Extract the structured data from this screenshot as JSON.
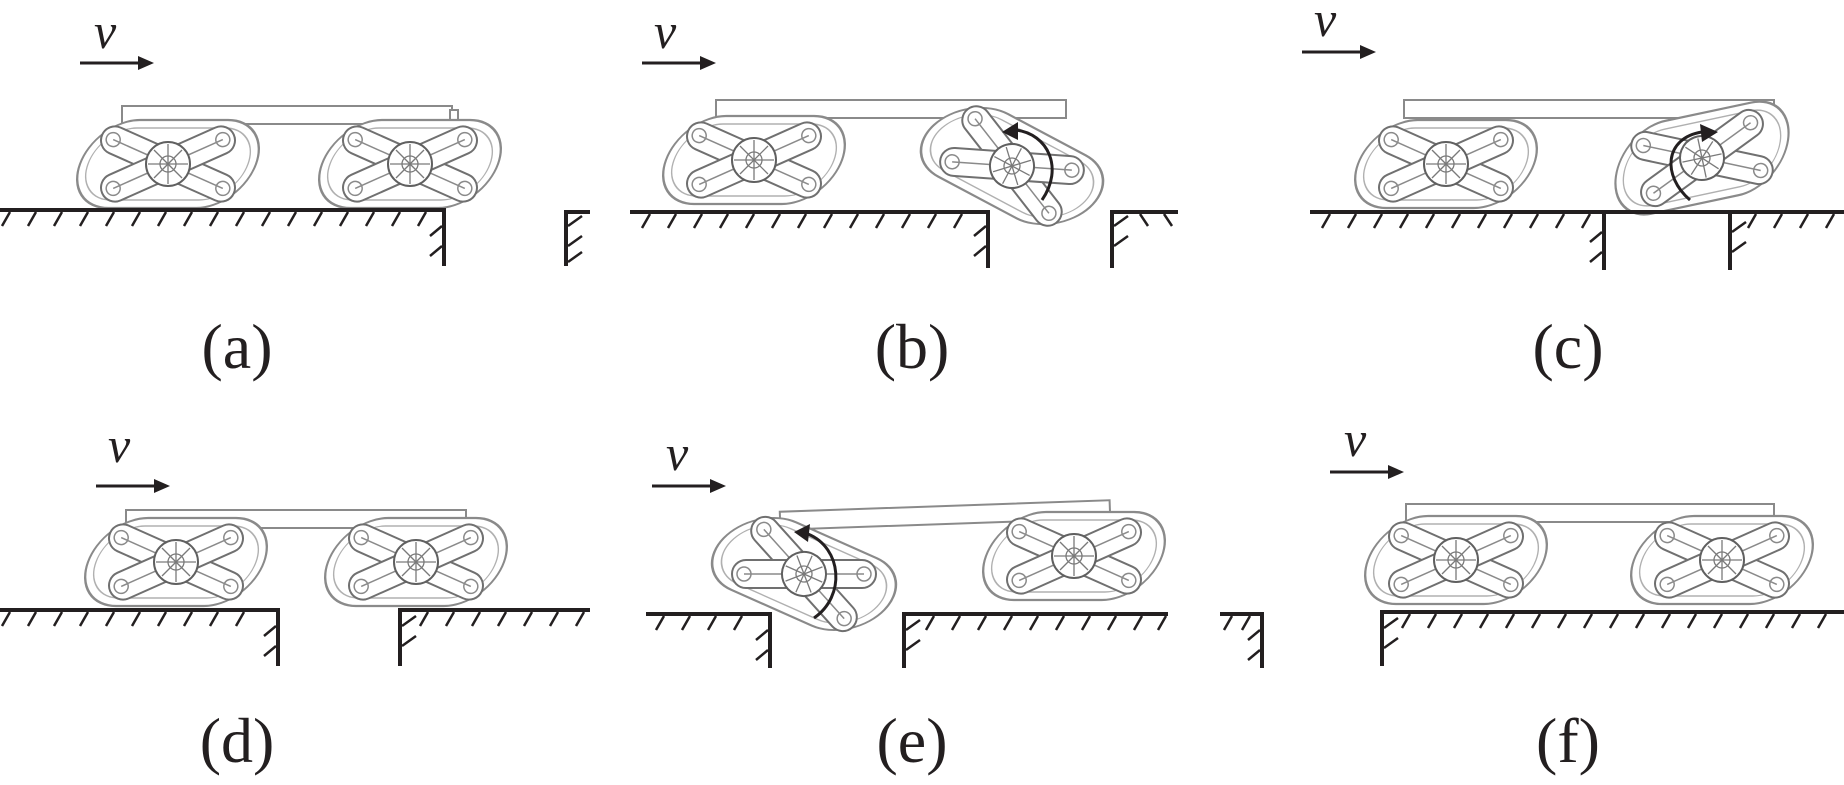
{
  "figure": {
    "velocity_symbol": "v",
    "panels": [
      {
        "id": "a",
        "label": "(a)"
      },
      {
        "id": "b",
        "label": "(b)"
      },
      {
        "id": "c",
        "label": "(c)"
      },
      {
        "id": "d",
        "label": "(d)"
      },
      {
        "id": "e",
        "label": "(e)"
      },
      {
        "id": "f",
        "label": "(f)"
      }
    ]
  }
}
